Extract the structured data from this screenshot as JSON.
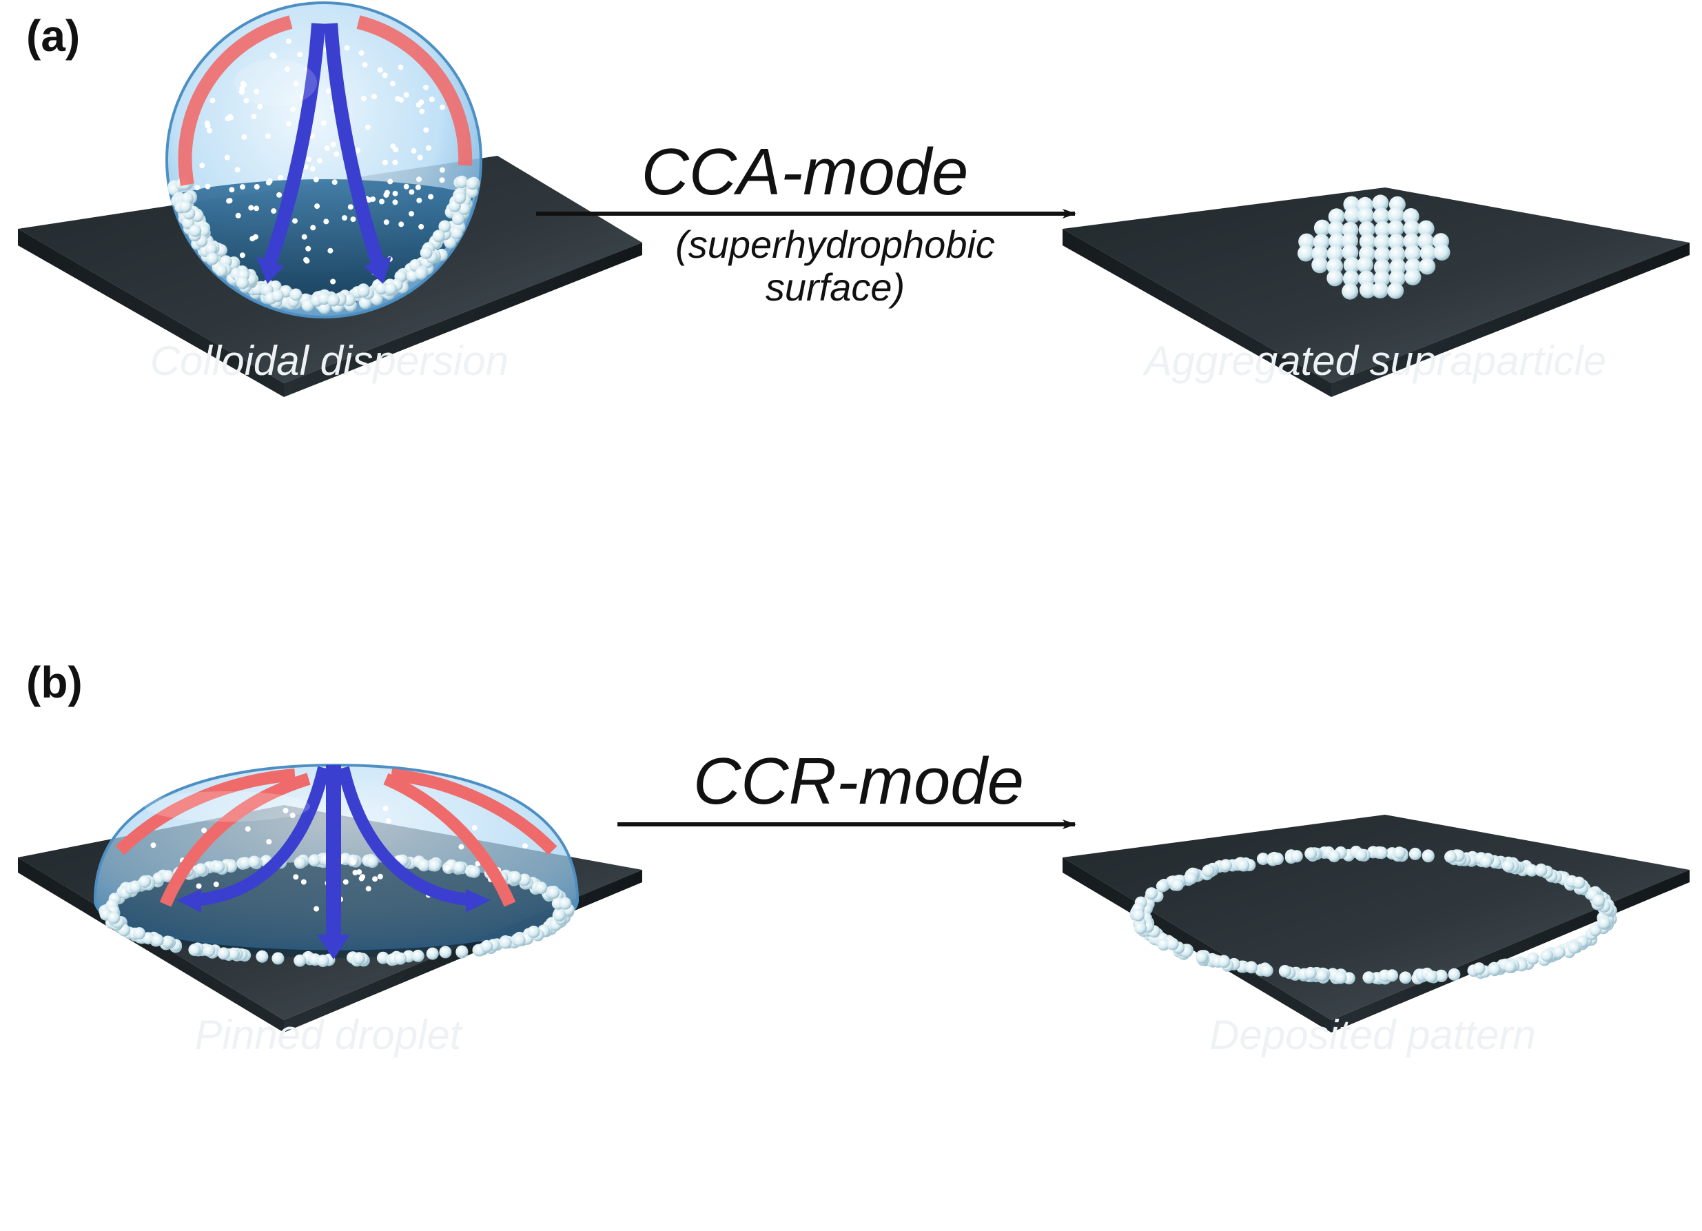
{
  "panels": {
    "a": {
      "label": "(a)",
      "mode": "CCA-mode",
      "condition_line1": "(superhydrophobic",
      "condition_line2": "surface)",
      "left_caption": "Colloidal dispersion",
      "right_caption": "Aggregated supraparticle"
    },
    "b": {
      "label": "(b)",
      "mode": "CCR-mode",
      "left_caption": "Pinned droplet",
      "right_caption": "Deposited pattern"
    }
  },
  "colors": {
    "substrate_top": "#2b3237",
    "substrate_side": "#1c2226",
    "droplet": "#8fc7ee",
    "particle": "#e8f2f5",
    "flow_outward": "#ef6b6b",
    "flow_inward": "#3a3fcf",
    "arrow": "#111111"
  }
}
